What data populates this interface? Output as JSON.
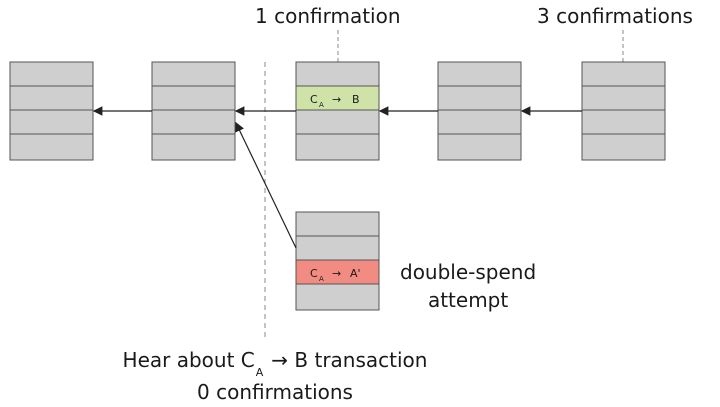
{
  "labels": {
    "one_confirmation": "1 confirmation",
    "three_confirmations": "3 confirmations",
    "double_spend_line1": "double-spend",
    "double_spend_line2": "attempt",
    "hear_prefix": "Hear about C",
    "hear_sub": "A",
    "hear_suffix": "→ B transaction",
    "zero_confirmations": "0 confirmations"
  },
  "transactions": {
    "tx_b": {
      "from": "C",
      "from_sub": "A",
      "arrow": "→",
      "to": "B"
    },
    "tx_a_prime": {
      "from": "C",
      "from_sub": "A",
      "arrow": "→",
      "to": "A'"
    }
  },
  "colors": {
    "block_fill": "#cfcfcf",
    "block_stroke": "#555555",
    "tx_b_fill": "#cfe3a8",
    "tx_a_prime_fill": "#f28b82",
    "arrow": "#222222",
    "dashed": "#888888"
  }
}
